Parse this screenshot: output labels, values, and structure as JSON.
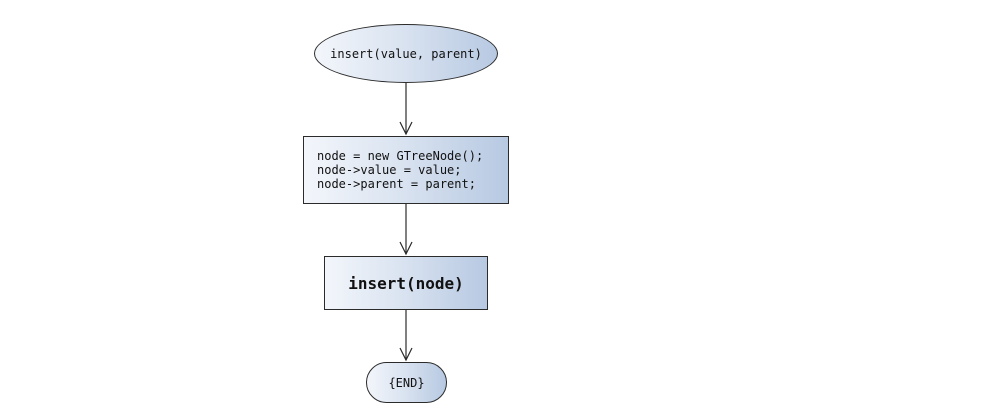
{
  "flowchart": {
    "start": {
      "label": "insert(value, parent)"
    },
    "process": {
      "lines": [
        "node = new GTreeNode();",
        "node->value = value;",
        "node->parent = parent;"
      ]
    },
    "call": {
      "label": "insert(node)"
    },
    "end": {
      "label": "{END}"
    }
  },
  "colors": {
    "fill_light": "#f3f6fb",
    "fill_dark": "#b7c9e2",
    "stroke": "#2b2b2b"
  }
}
